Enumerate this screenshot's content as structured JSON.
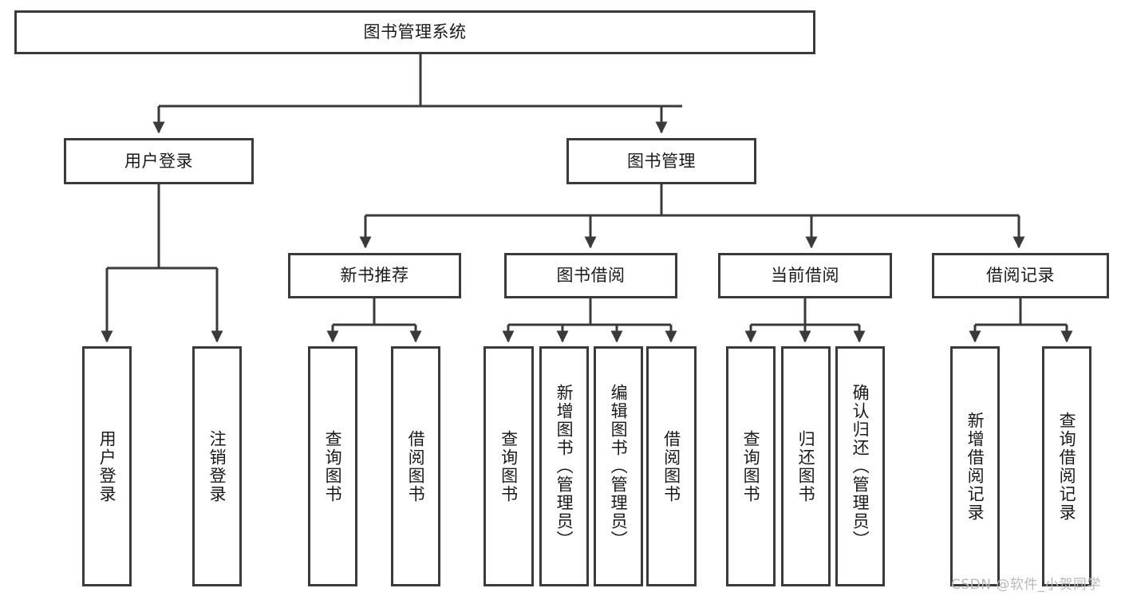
{
  "diagram": {
    "title": "图书管理系统",
    "levels": {
      "root": {
        "label": "图书管理系统"
      },
      "level2": [
        {
          "label": "用户登录"
        },
        {
          "label": "图书管理"
        }
      ],
      "level3": [
        {
          "label": "新书推荐"
        },
        {
          "label": "图书借阅"
        },
        {
          "label": "当前借阅"
        },
        {
          "label": "借阅记录"
        }
      ],
      "leaves": [
        {
          "label": "用户登录"
        },
        {
          "label": "注销登录"
        },
        {
          "label": "查询图书"
        },
        {
          "label": "借阅图书"
        },
        {
          "label": "查询图书"
        },
        {
          "label": "新增图书（管理员）"
        },
        {
          "label": "编辑图书（管理员）"
        },
        {
          "label": "借阅图书"
        },
        {
          "label": "查询图书"
        },
        {
          "label": "归还图书"
        },
        {
          "label": "确认归还（管理员）"
        },
        {
          "label": "新增借阅记录"
        },
        {
          "label": "查询借阅记录"
        }
      ]
    },
    "colors": {
      "box_border": "#3a3a3a",
      "box_fill": "#ffffff",
      "edge": "#3a3a3a",
      "text": "#1a1a1a",
      "watermark": "#b9b9b9",
      "background": "#ffffff"
    }
  },
  "watermark": {
    "text": "CSDN @软件_小贺同学"
  }
}
